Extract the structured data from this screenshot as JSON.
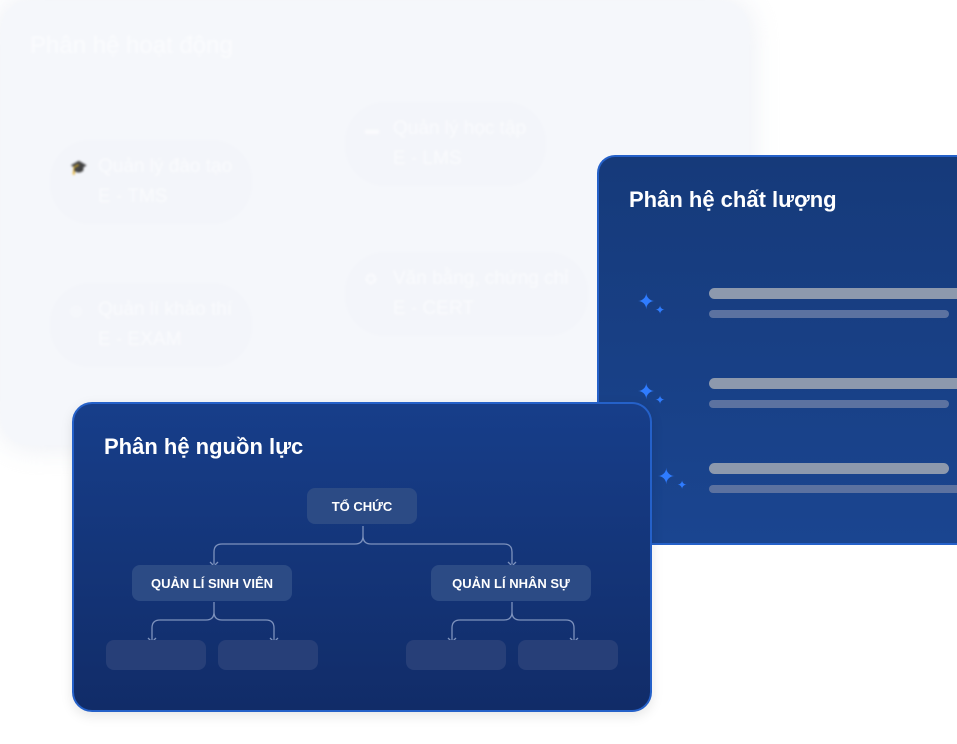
{
  "activity": {
    "title": "Phân hệ hoạt động",
    "items": [
      {
        "icon": "graduation-cap-icon",
        "name": "Quản lý đào tạo",
        "code": "E - TMS"
      },
      {
        "icon": "book-icon",
        "name": "Quản lý học tập",
        "code": "E - LMS"
      },
      {
        "icon": "exam-icon",
        "name": "Quản lí khảo thí",
        "code": "E - EXAM"
      },
      {
        "icon": "award-icon",
        "name": "Văn bằng, chứng chỉ",
        "code": "E - CERT"
      }
    ]
  },
  "quality": {
    "title": "Phân hệ chất lượng"
  },
  "resource": {
    "title": "Phân hệ nguồn lực",
    "root": "TỔ CHỨC",
    "left": "QUẢN LÍ SINH VIÊN",
    "right": "QUẢN LÍ NHÂN SỰ"
  }
}
